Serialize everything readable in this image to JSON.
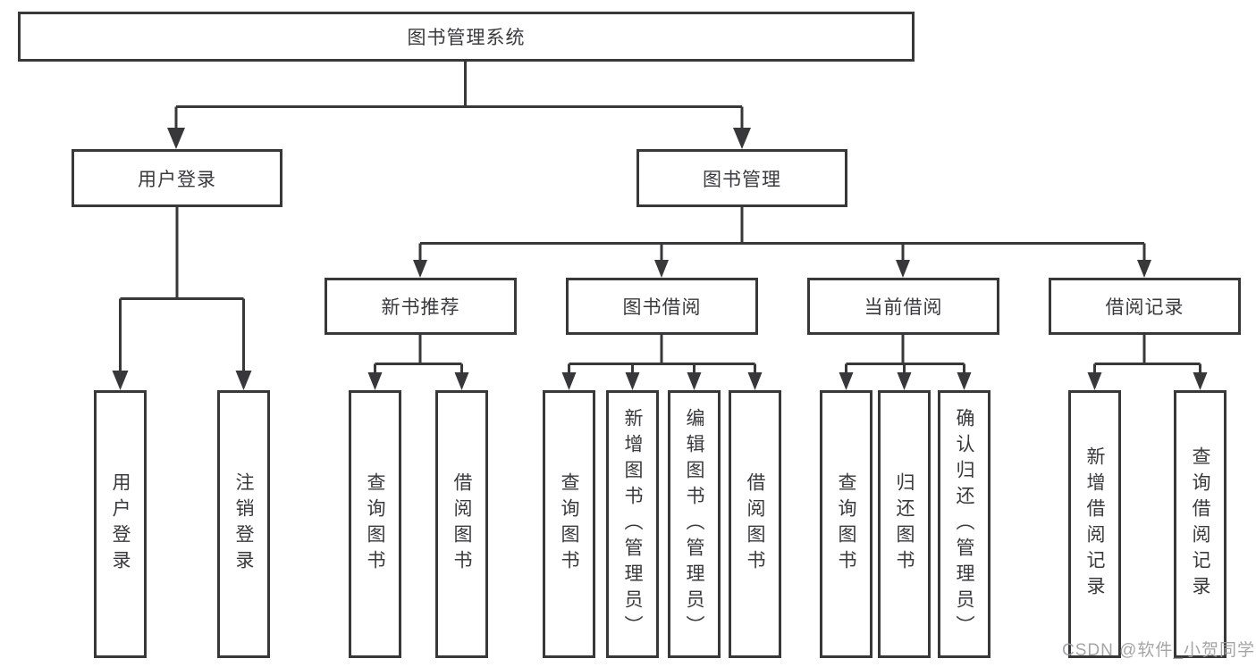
{
  "diagram": {
    "title_node": {
      "label": "图书管理系统"
    },
    "level2": {
      "user_login": {
        "label": "用户登录"
      },
      "book_mgmt": {
        "label": "图书管理"
      }
    },
    "level3": {
      "new_books": {
        "label": "新书推荐"
      },
      "book_borrow": {
        "label": "图书借阅"
      },
      "current_borrow": {
        "label": "当前借阅"
      },
      "borrow_records": {
        "label": "借阅记录"
      }
    },
    "leaves": {
      "user_login": [
        "用户登录",
        "注销登录"
      ],
      "new_books": [
        "查询图书",
        "借阅图书"
      ],
      "book_borrow": [
        "查询图书",
        "新增图书（管理员）",
        "编辑图书（管理员）",
        "借阅图书"
      ],
      "current_borrow": [
        "查询图书",
        "归还图书",
        "确认归还（管理员）"
      ],
      "borrow_records": [
        "新增借阅记录",
        "查询借阅记录"
      ]
    },
    "colors": {
      "line": "#38383a",
      "text": "#3a3a3c",
      "box_background": "#ffffff",
      "watermark": "#9e9e9e"
    }
  },
  "watermark": {
    "text": "CSDN @软件_小贺同学"
  }
}
